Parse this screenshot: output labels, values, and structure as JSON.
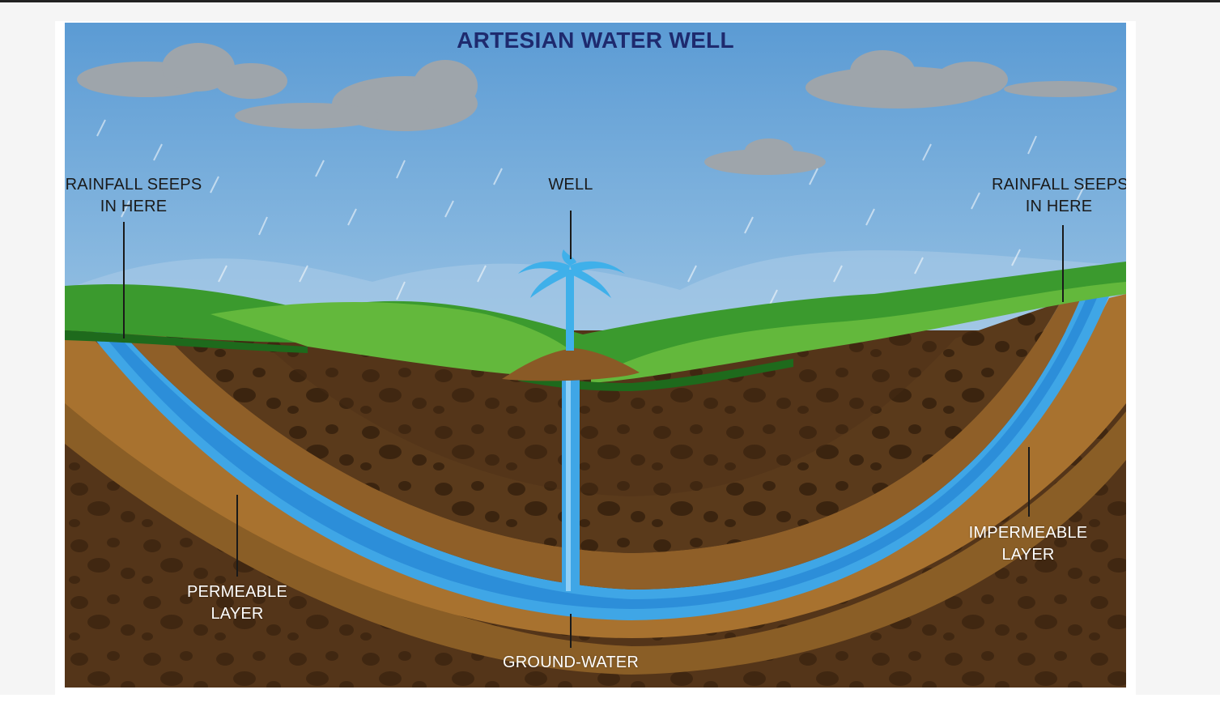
{
  "title": "ARTESIAN WATER WELL",
  "labels": {
    "rain_left_line1": "RAINFALL SEEPS",
    "rain_left_line2": "IN HERE",
    "well": "WELL",
    "rain_right_line1": "RAINFALL SEEPS",
    "rain_right_line2": "IN HERE",
    "impermeable_line1": "IMPERMEABLE",
    "impermeable_line2": "LAYER",
    "permeable_line1": "PERMEABLE",
    "permeable_line2": "LAYER",
    "groundwater": "GROUND-WATER"
  },
  "colors": {
    "title": "#1e2a6e",
    "sky_top": "#5f9fd6",
    "sky_bottom": "#d6e9f3",
    "grass": "#3b9a2e",
    "water": "#3fa6e6",
    "permeable": "#9c6a2c",
    "impermeable": "#6e4820",
    "bedrock": "#4a2f16"
  }
}
